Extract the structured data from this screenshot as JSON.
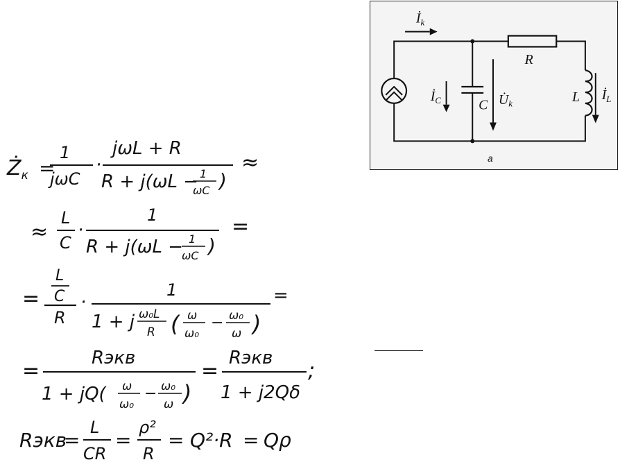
{
  "circuit": {
    "labels": {
      "ik": "İ",
      "ik_sub": "k",
      "r": "R",
      "l": "L",
      "c": "C",
      "ic": "İ",
      "ic_sub": "C",
      "uk": "U̇",
      "uk_sub": "k",
      "il": "İ",
      "il_sub": "L",
      "caption": "a"
    }
  },
  "equations": {
    "line1": {
      "lhs": "Ż",
      "lhs_sub": "к",
      "eq": "=",
      "f1_num": "1",
      "f1_den": "jωC",
      "dot": "·",
      "f2_num": "jωL + R",
      "f2_den_a": "R + j(ωL −",
      "f2_den_frac_num": "1",
      "f2_den_frac_den": "ωC",
      "f2_den_b": ")",
      "tail": "≈"
    },
    "line2": {
      "lead": "≈",
      "f1_num": "L",
      "f1_den": "C",
      "dot": "·",
      "f2_num": "1",
      "f2_den_a": "R + j(ωL −",
      "f2_den_frac_num": "1",
      "f2_den_frac_den": "ωC",
      "f2_den_b": ")",
      "tail": "="
    },
    "line3": {
      "lead": "=",
      "top_num": "L",
      "top_den": "C",
      "main_den": "R",
      "dot": "·",
      "f2_num": "1",
      "den_a": "1 + j",
      "inner_num": "ω₀L",
      "inner_den": "R",
      "paren_open": "(",
      "w_num": "ω",
      "w_den": "ω₀",
      "minus": "−",
      "w0_num": "ω₀",
      "w0_den": "ω",
      "paren_close": ")",
      "tail": "="
    },
    "line4": {
      "lead": "=",
      "f1_num": "Rэкв",
      "f1_den_a": "1 + jQ(",
      "w_num": "ω",
      "w_den": "ω₀",
      "minus": "−",
      "w0_num": "ω₀",
      "w0_den": "ω",
      "f1_den_b": ")",
      "eq": "=",
      "f2_num": "Rэкв",
      "f2_den": "1 + j2Qδ",
      "semi": ";"
    },
    "line5": {
      "lhs": "Rэкв",
      "eq1": "=",
      "f1_num": "L",
      "f1_den": "CR",
      "eq2": "=",
      "f2_num": "ρ²",
      "f2_den": "R",
      "eq3": "=",
      "t3": "Q²·R",
      "eq4": "=",
      "t4": "Qρ"
    }
  }
}
